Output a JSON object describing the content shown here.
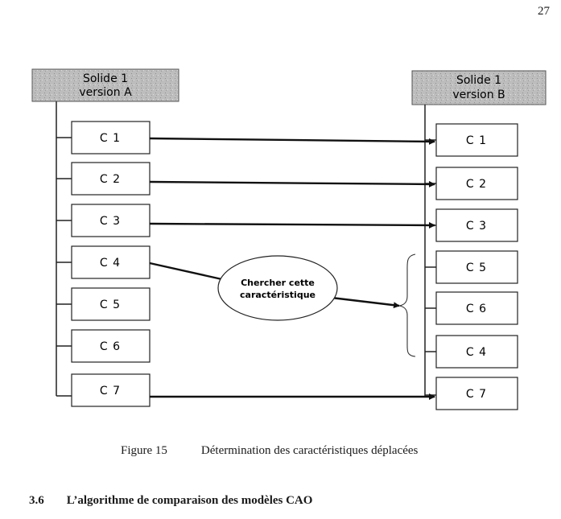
{
  "page_number": "27",
  "header_a": {
    "line1": "Solide 1",
    "line2": "version A"
  },
  "header_b": {
    "line1": "Solide 1",
    "line2": "version B"
  },
  "left_boxes": [
    "C 1",
    "C 2",
    "C 3",
    "C 4",
    "C 5",
    "C 6",
    "C 7"
  ],
  "right_boxes": [
    "C 1",
    "C 2",
    "C 3",
    "C 5",
    "C 6",
    "C 4",
    "C 7"
  ],
  "bubble": {
    "line1": "Chercher cette",
    "line2": "caractéristique"
  },
  "caption": {
    "label": "Figure 15",
    "text": "Détermination des caractéristiques déplacées"
  },
  "section": {
    "number": "3.6",
    "title": "L’algorithme de comparaison des modèles CAO"
  }
}
